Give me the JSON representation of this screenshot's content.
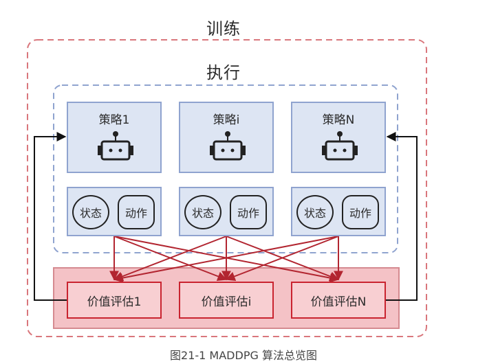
{
  "diagram": {
    "title_outer": "训练",
    "title_inner": "执行",
    "policies": [
      {
        "label": "策略1",
        "state": "状态",
        "action": "动作"
      },
      {
        "label": "策略i",
        "state": "状态",
        "action": "动作"
      },
      {
        "label": "策略N",
        "state": "状态",
        "action": "动作"
      }
    ],
    "critics": [
      "价值评估1",
      "价值评估i",
      "价值评估N"
    ],
    "caption": "图21-1 MADDPG 算法总览图",
    "colors": {
      "outer_dash": "#d9767c",
      "inner_dash": "#8fa3cf",
      "policy_fill": "#dde5f3",
      "critic_band_fill": "#f4c2c6",
      "critic_fill": "#f8cfd2",
      "critic_border": "#c9232f",
      "arrow_red": "#b22530",
      "arrow_black": "#111111"
    },
    "icons": [
      "robot-icon"
    ]
  }
}
